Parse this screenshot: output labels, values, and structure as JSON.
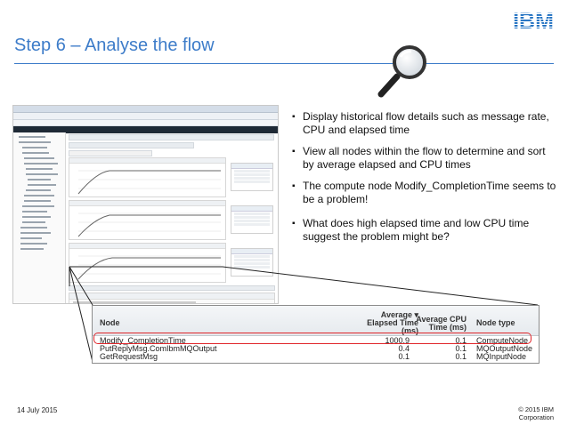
{
  "slide": {
    "title": "Step 6 – Analyse the flow",
    "logo": "IBM",
    "date": "14 July 2015",
    "copyright": "© 2015 IBM",
    "company": "Corporation"
  },
  "bullets": [
    "Display historical flow details such as message rate, CPU and elapsed time",
    "View all nodes within the flow to determine and sort by average elapsed and CPU times",
    "The compute node Modify_CompletionTime seems to be a problem!",
    "What does high elapsed time and low CPU time suggest the problem might be?"
  ],
  "icons": {
    "magnifier": "magnifying-glass-icon",
    "sort": "sort-down-icon"
  },
  "table": {
    "columns": [
      "Node",
      "Average ▾ Elapsed Time (ms)",
      "Average CPU Time (ms)",
      "Node type"
    ],
    "col_node": "Node",
    "col_elapsed_1": "Average ▾",
    "col_elapsed_2": "Elapsed Time",
    "col_elapsed_3": "(ms)",
    "col_cpu_1": "Average CPU",
    "col_cpu_2": "Time (ms)",
    "col_type": "Node type",
    "rows": [
      {
        "node": "Modify_CompletionTime",
        "elapsed": "1000.9",
        "cpu": "0.1",
        "type": "ComputeNode"
      },
      {
        "node": "PutReplyMsg.ComIbmMQOutput",
        "elapsed": "0.4",
        "cpu": "0.1",
        "type": "MQOutputNode"
      },
      {
        "node": "GetRequestMsg",
        "elapsed": "0.1",
        "cpu": "0.1",
        "type": "MQInputNode"
      }
    ]
  },
  "colors": {
    "accent": "#3d7cc9",
    "highlight": "#e0262b"
  }
}
